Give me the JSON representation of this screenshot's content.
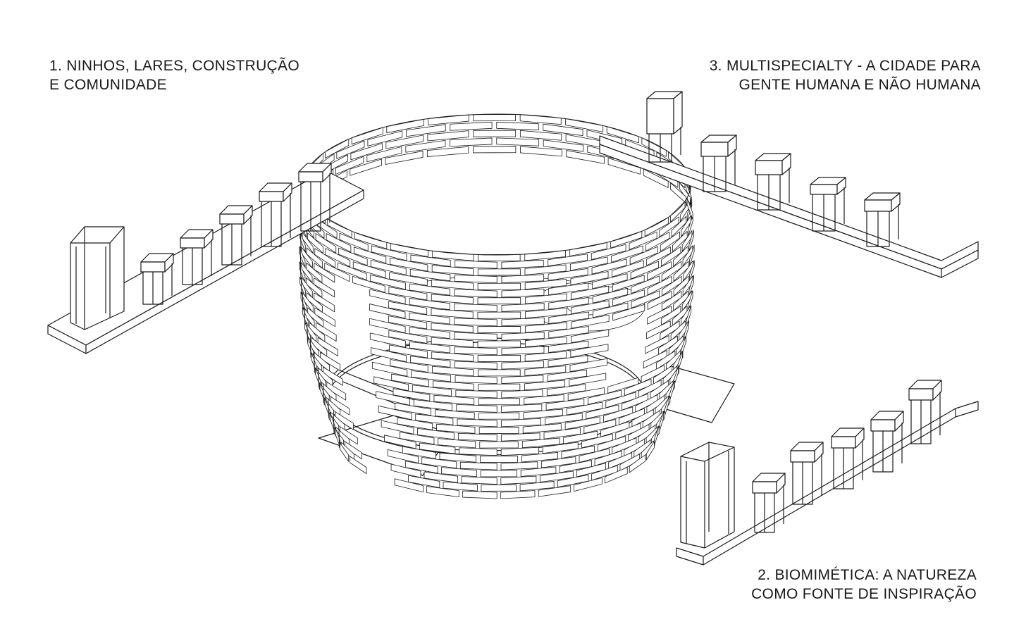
{
  "labels": {
    "section_1": {
      "line1": "1. NINHOS, LARES, CONSTRUÇÃO",
      "line2": "E COMUNIDADE"
    },
    "section_2": {
      "line1": "2. BIOMIMÉTICA: A NATUREZA",
      "line2": "COMO FONTE DE INSPIRAÇÃO"
    },
    "section_3": {
      "line1": "3. MULTISPECIALTY - A CIDADE PARA",
      "line2": "GENTE HUMANA E NÃO HUMANA"
    }
  },
  "colors": {
    "stroke": "#1a1a1a",
    "background": "#ffffff",
    "fill": "#ffffff"
  }
}
